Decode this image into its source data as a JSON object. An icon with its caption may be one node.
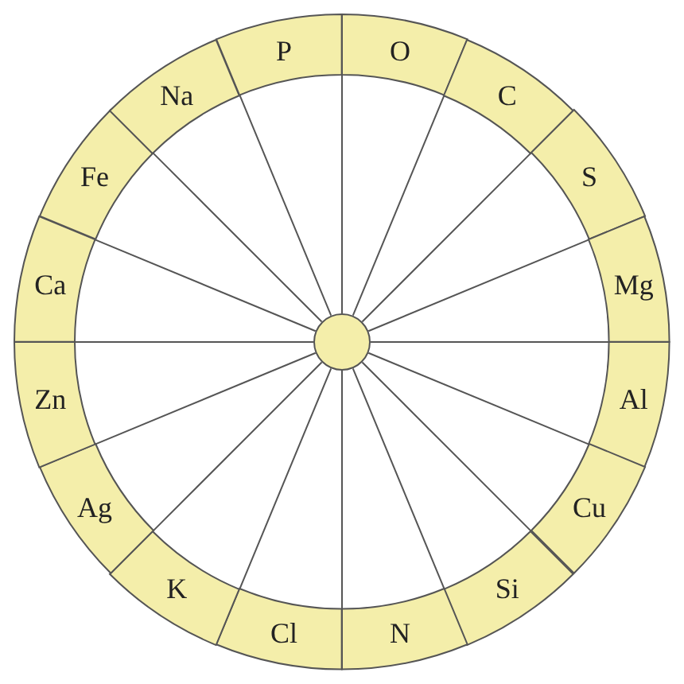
{
  "diagram": {
    "nodes": [
      {
        "text": [
          "P"
        ]
      },
      {
        "text": [
          "O"
        ]
      },
      {
        "text": [
          "C"
        ]
      },
      {
        "text": [
          "S"
        ]
      },
      {
        "text": [
          "Mg"
        ]
      },
      {
        "text": [
          "Al"
        ]
      },
      {
        "text": [
          "Cu"
        ]
      },
      {
        "text": [
          "Si"
        ]
      },
      {
        "text": [
          "N"
        ]
      },
      {
        "text": [
          "Cl"
        ]
      },
      {
        "text": [
          "K"
        ]
      },
      {
        "text": [
          "Ag"
        ]
      },
      {
        "text": [
          "Zn"
        ]
      },
      {
        "text": [
          "Ca"
        ]
      },
      {
        "text": [
          "Fe"
        ]
      },
      {
        "text": [
          "Na"
        ]
      },
      {
        "text": [],
        "shape": "circle"
      }
    ]
  }
}
